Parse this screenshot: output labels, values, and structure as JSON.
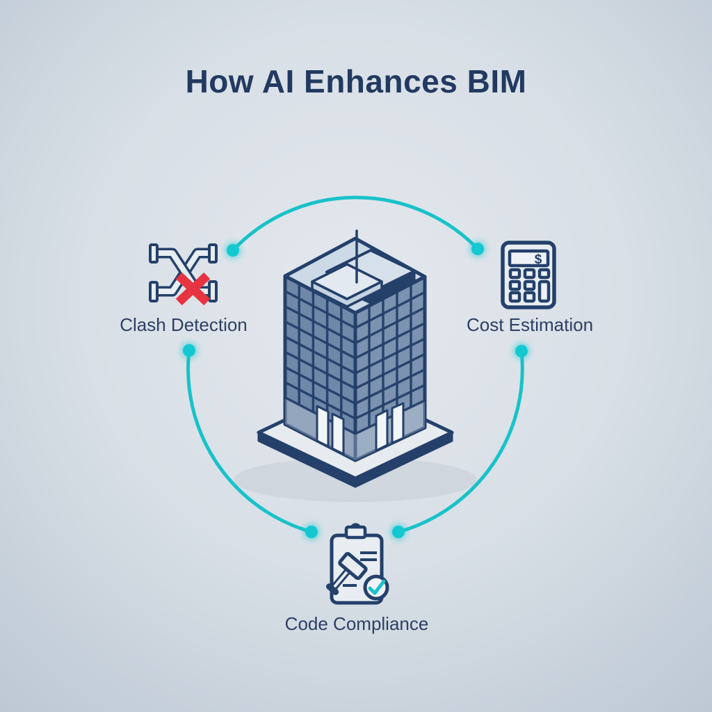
{
  "title": "How AI Enhances BIM",
  "center": {
    "icon": "isometric-building-icon"
  },
  "nodes": [
    {
      "id": "clash-detection",
      "label": "Clash Detection",
      "icon": "crossed-pipes-clash-icon"
    },
    {
      "id": "cost-estimation",
      "label": "Cost Estimation",
      "icon": "calculator-icon"
    },
    {
      "id": "code-compliance",
      "label": "Code Compliance",
      "icon": "clipboard-gavel-check-icon"
    }
  ],
  "calculator": {
    "display_symbol": "$"
  },
  "colors": {
    "background_center": "#e3e8ed",
    "background_mid": "#d8dfe6",
    "background_edge": "#bdc8d3",
    "title_text": "#223a61",
    "label_text": "#2d4063",
    "outline_navy": "#24406b",
    "accent_teal": "#18c2c9",
    "dot_teal": "#14c8d2",
    "error_red": "#e73440",
    "building_face_left": "#6f88a8",
    "building_face_right": "#7b93b0",
    "building_roof": "#ccd9e6",
    "platform_top": "#e6ebef",
    "icon_fill": "#e8edf2",
    "door_fill": "#f2f5f8"
  }
}
